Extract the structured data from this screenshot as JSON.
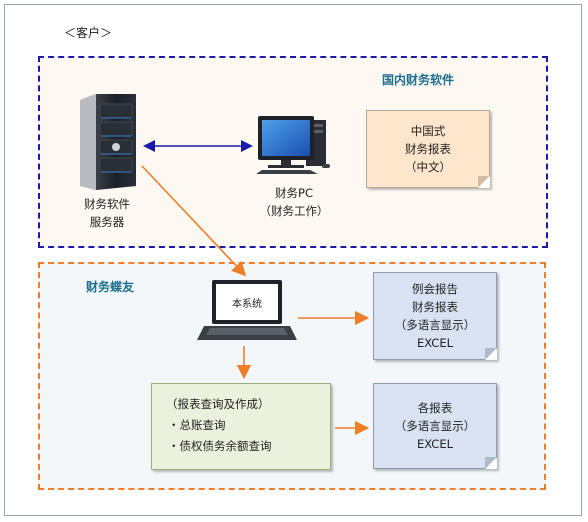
{
  "client_label": "＜客户＞",
  "top_zone": {
    "title": "国内财务软件",
    "server_label": [
      "财务软件",
      "服务器"
    ],
    "pc_label": [
      "财务PC",
      "（财务工作）"
    ],
    "note_lines": [
      "中国式",
      "财务报表",
      "（中文）"
    ]
  },
  "bottom_zone": {
    "title": "财务蝶友",
    "laptop_screen_text": "本系统",
    "report_note_lines": [
      "例会报告",
      "财务报表",
      "（多语言显示）",
      "EXCEL"
    ],
    "each_report_note_lines": [
      "各报表",
      "（多语言显示）",
      "EXCEL"
    ],
    "query_box": {
      "heading": "（报表查询及作成）",
      "items": [
        "・总账查询",
        "・债权债务余额查询"
      ]
    }
  },
  "colors": {
    "top_border": "#1a1aa8",
    "bottom_border": "#f07d28",
    "title_text": "#1f6f8f",
    "link_blue": "#1a1aa8",
    "arrow_orange": "#f07d28"
  },
  "icons": [
    "server-icon",
    "desktop-pc-icon",
    "laptop-icon"
  ]
}
